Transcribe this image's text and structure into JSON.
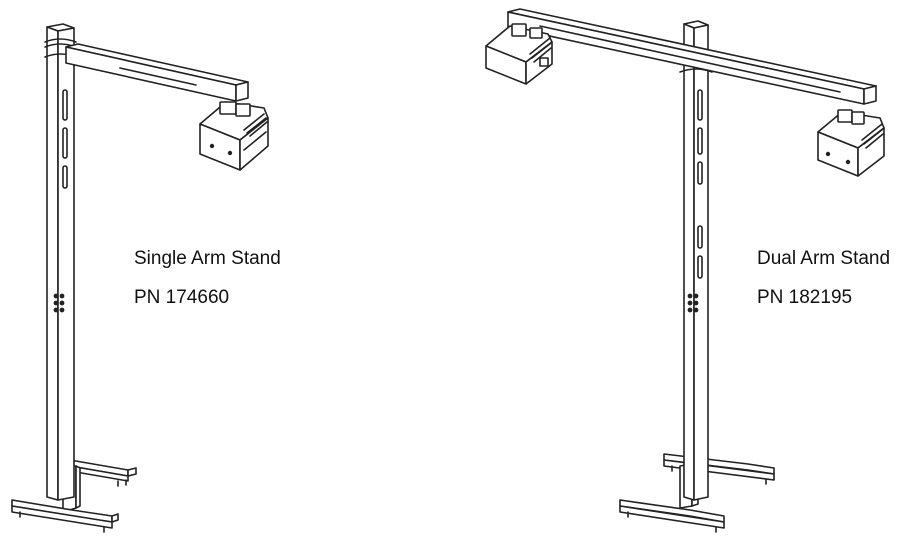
{
  "single_stand": {
    "title": "Single Arm Stand",
    "part_number": "PN 174660"
  },
  "dual_stand": {
    "title": "Dual Arm Stand",
    "part_number": "PN 182195"
  },
  "colors": {
    "line": "#222222",
    "fill": "#ffffff",
    "text": "#111111"
  }
}
